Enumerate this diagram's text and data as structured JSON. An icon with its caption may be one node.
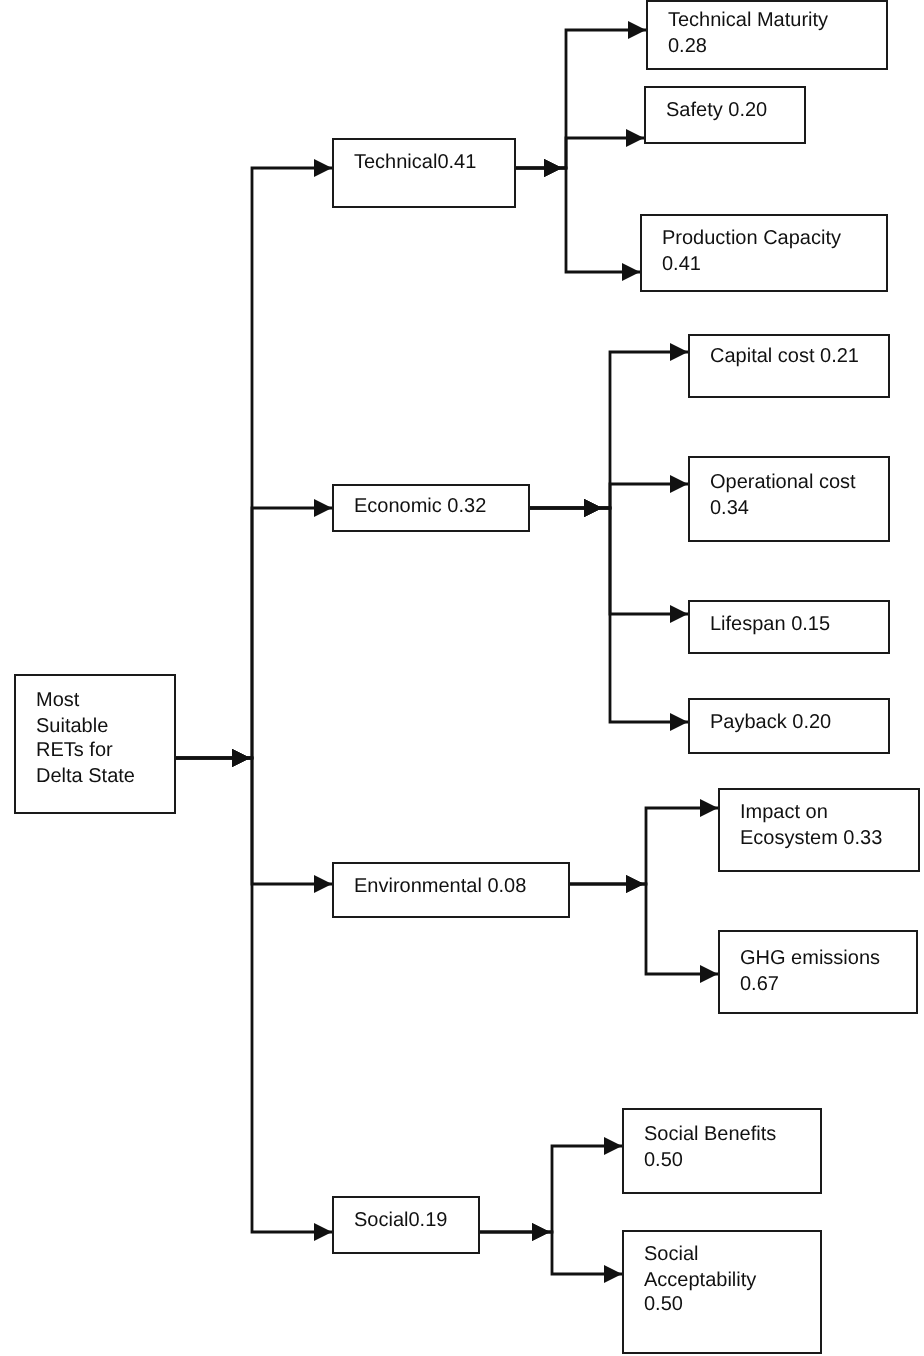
{
  "diagram": {
    "nodes": [
      {
        "text": [
          "Most Suitable RETs for Delta State"
        ]
      },
      {
        "text": [
          "Technical0.41"
        ]
      },
      {
        "text": [
          "Technical Maturity 0.28"
        ]
      },
      {
        "text": [
          "Safety 0.20"
        ]
      },
      {
        "text": [
          "Production Capacity 0.41"
        ]
      },
      {
        "text": [
          "Economic 0.32"
        ]
      },
      {
        "text": [
          "Capital cost 0.21"
        ]
      },
      {
        "text": [
          "Operational cost 0.34"
        ]
      },
      {
        "text": [
          "Lifespan 0.15"
        ]
      },
      {
        "text": [
          "Payback 0.20"
        ]
      },
      {
        "text": [
          "Environmental 0.08"
        ]
      },
      {
        "text": [
          "Impact on Ecosystem 0.33"
        ]
      },
      {
        "text": [
          "GHG emissions 0.67"
        ]
      },
      {
        "text": [
          "Social0.19"
        ]
      },
      {
        "text": [
          "Social Benefits 0.50"
        ]
      },
      {
        "text": [
          "Social Acceptability 0.50"
        ]
      }
    ],
    "edges": [
      {
        "from": 0,
        "to": 1,
        "arrow": "to"
      },
      {
        "from": 0,
        "to": 5,
        "arrow": "to"
      },
      {
        "from": 0,
        "to": 10,
        "arrow": "to"
      },
      {
        "from": 0,
        "to": 13,
        "arrow": "to"
      },
      {
        "from": 1,
        "to": 2,
        "arrow": "to"
      },
      {
        "from": 1,
        "to": 3,
        "arrow": "to"
      },
      {
        "from": 1,
        "to": 4,
        "arrow": "to"
      },
      {
        "from": 5,
        "to": 6,
        "arrow": "to"
      },
      {
        "from": 5,
        "to": 7,
        "arrow": "to"
      },
      {
        "from": 5,
        "to": 8,
        "arrow": "to"
      },
      {
        "from": 5,
        "to": 9,
        "arrow": "to"
      },
      {
        "from": 10,
        "to": 11,
        "arrow": "to"
      },
      {
        "from": 10,
        "to": 12,
        "arrow": "to"
      },
      {
        "from": 13,
        "to": 14,
        "arrow": "to"
      },
      {
        "from": 13,
        "to": 15,
        "arrow": "to"
      }
    ]
  }
}
